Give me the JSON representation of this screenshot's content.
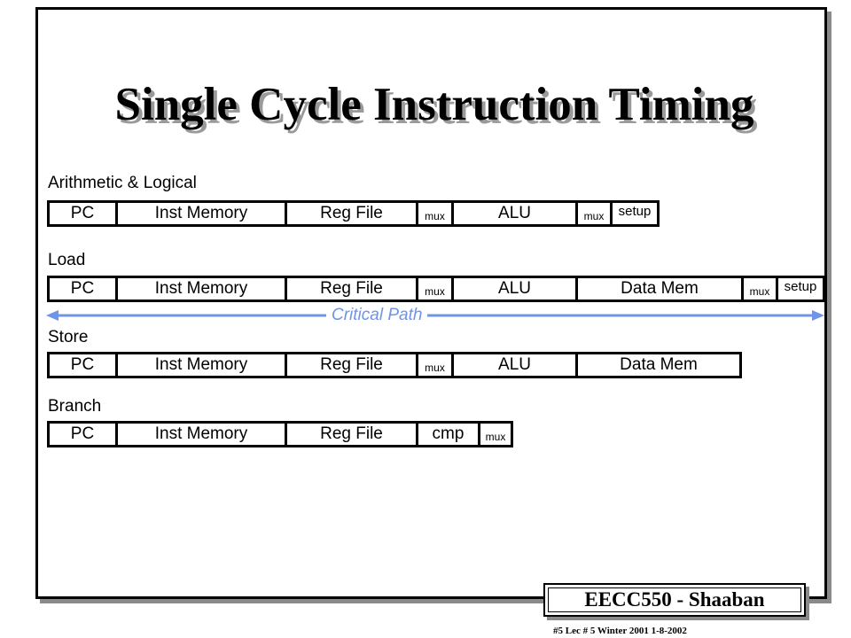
{
  "slide": {
    "title": "Single Cycle Instruction Timing",
    "footer_badge": "EECC550 - Shaaban",
    "footnote": "#5   Lec # 5   Winter 2001  1-8-2002"
  },
  "rows": [
    {
      "label": "Arithmetic & Logical",
      "stages": [
        "PC",
        "Inst Memory",
        "Reg File",
        "mux",
        "ALU",
        "mux",
        "setup"
      ]
    },
    {
      "label": "Load",
      "stages": [
        "PC",
        "Inst Memory",
        "Reg File",
        "mux",
        "ALU",
        "Data Mem",
        "mux",
        "setup"
      ]
    },
    {
      "label": "Store",
      "stages": [
        "PC",
        "Inst Memory",
        "Reg File",
        "mux",
        "ALU",
        "Data Mem"
      ]
    },
    {
      "label": "Branch",
      "stages": [
        "PC",
        "Inst Memory",
        "Reg File",
        "cmp",
        "mux"
      ]
    }
  ],
  "critical_path": {
    "label": "Critical Path",
    "color": "#6f94e8"
  }
}
